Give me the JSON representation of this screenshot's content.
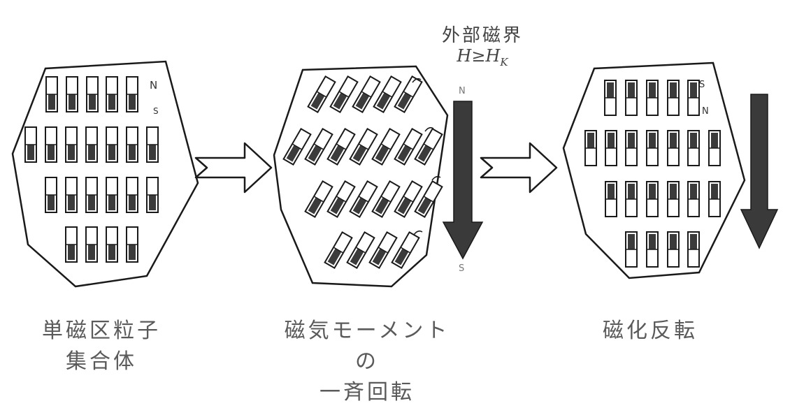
{
  "field": {
    "label": "外部磁界",
    "condition": "H≥H",
    "condition_sub": "K",
    "pole_top": "N",
    "pole_bottom": "S"
  },
  "grain1": {
    "pole_n": "N",
    "pole_s": "S",
    "caption_line1": "単磁区粒子",
    "caption_line2": "集合体"
  },
  "grain2": {
    "caption_line1": "磁気モーメントの",
    "caption_line2": "一斉回転"
  },
  "grain3": {
    "pole_s": "S",
    "pole_n": "N",
    "caption_line1": "磁化反転"
  },
  "colors": {
    "stroke": "#1a1a1a",
    "dark_half": "#3b3b3b",
    "arrow_fill": "#3a3a3a"
  }
}
